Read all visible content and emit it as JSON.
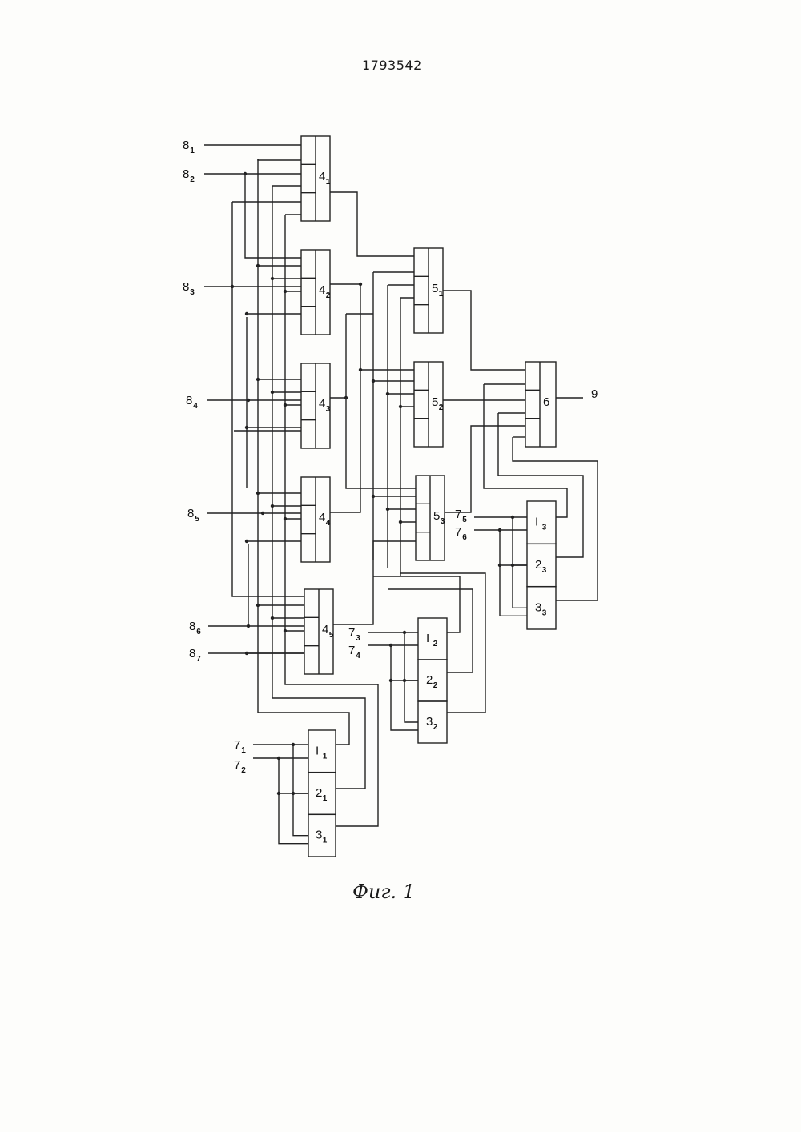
{
  "page_number": "1793542",
  "caption": "Фиг. 1",
  "inputs_8": [
    {
      "base": "8",
      "sub": "1"
    },
    {
      "base": "8",
      "sub": "2"
    },
    {
      "base": "8",
      "sub": "3"
    },
    {
      "base": "8",
      "sub": "4"
    },
    {
      "base": "8",
      "sub": "5"
    },
    {
      "base": "8",
      "sub": "6"
    },
    {
      "base": "8",
      "sub": "7"
    }
  ],
  "inputs_7": [
    {
      "base": "7",
      "sub": "1"
    },
    {
      "base": "7",
      "sub": "2"
    },
    {
      "base": "7",
      "sub": "3"
    },
    {
      "base": "7",
      "sub": "4"
    },
    {
      "base": "7",
      "sub": "5"
    },
    {
      "base": "7",
      "sub": "6"
    }
  ],
  "blocks_4": [
    {
      "base": "4",
      "sub": "1"
    },
    {
      "base": "4",
      "sub": "2"
    },
    {
      "base": "4",
      "sub": "3"
    },
    {
      "base": "4",
      "sub": "4"
    },
    {
      "base": "4",
      "sub": "5"
    }
  ],
  "blocks_5": [
    {
      "base": "5",
      "sub": "1"
    },
    {
      "base": "5",
      "sub": "2"
    },
    {
      "base": "5",
      "sub": "3"
    }
  ],
  "block_6": {
    "base": "6"
  },
  "output_label": "9",
  "groups_123": [
    {
      "cells": [
        {
          "base": "I",
          "sub": "1"
        },
        {
          "base": "2",
          "sub": "1"
        },
        {
          "base": "3",
          "sub": "1"
        }
      ]
    },
    {
      "cells": [
        {
          "base": "I",
          "sub": "2"
        },
        {
          "base": "2",
          "sub": "2"
        },
        {
          "base": "3",
          "sub": "2"
        }
      ]
    },
    {
      "cells": [
        {
          "base": "I",
          "sub": "3"
        },
        {
          "base": "2",
          "sub": "3"
        },
        {
          "base": "3",
          "sub": "3"
        }
      ]
    }
  ]
}
